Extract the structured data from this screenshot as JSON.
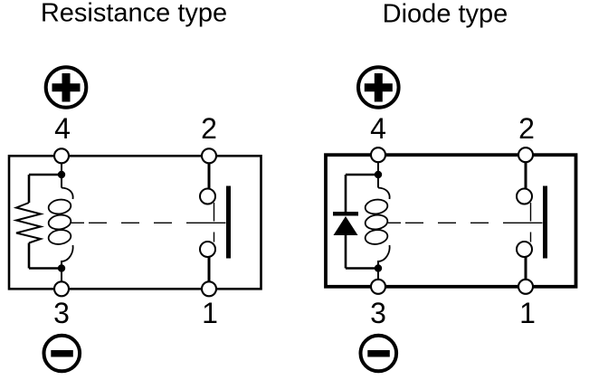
{
  "page": {
    "background_color": "#ffffff",
    "ink_color": "#000000",
    "description": "Two relay internal wiring diagrams"
  },
  "diagrams": [
    {
      "id": "resistance",
      "title": "Resistance type",
      "suppression_component": "resistor",
      "polarity": {
        "positive": "+",
        "negative": "−"
      },
      "icons": {
        "positive": "circle-plus-icon",
        "negative": "circle-minus-icon",
        "coil": "coil-icon",
        "component": "resistor-icon",
        "contacts": "relay-contacts-icon"
      },
      "terminals": {
        "top_left": "4",
        "top_right": "2",
        "bottom_left": "3",
        "bottom_right": "1"
      }
    },
    {
      "id": "diode",
      "title": "Diode type",
      "suppression_component": "diode",
      "polarity": {
        "positive": "+",
        "negative": "−"
      },
      "icons": {
        "positive": "circle-plus-icon",
        "negative": "circle-minus-icon",
        "coil": "coil-icon",
        "component": "diode-icon",
        "contacts": "relay-contacts-icon"
      },
      "terminals": {
        "top_left": "4",
        "top_right": "2",
        "bottom_left": "3",
        "bottom_right": "1"
      }
    }
  ]
}
